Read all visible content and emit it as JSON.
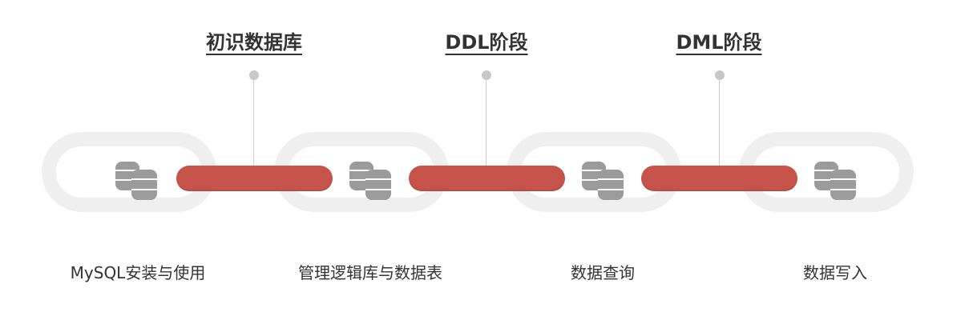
{
  "colors": {
    "ring": "#efefef",
    "bar": "#c6534a",
    "db_icon": "#9b9b9b",
    "connector": "#cfcfcf",
    "text": "#333333"
  },
  "stages": [
    {
      "title": "初识数据库"
    },
    {
      "title": "DDL阶段"
    },
    {
      "title": "DML阶段"
    }
  ],
  "topics": [
    {
      "label": "MySQL安装与使用",
      "icon": "database-icon"
    },
    {
      "label": "管理逻辑库与数据表",
      "icon": "database-icon"
    },
    {
      "label": "数据查询",
      "icon": "database-icon"
    },
    {
      "label": "数据写入",
      "icon": "database-icon"
    }
  ]
}
